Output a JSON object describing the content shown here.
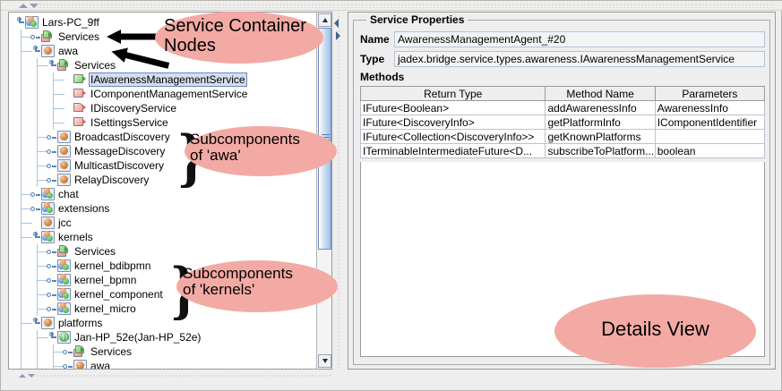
{
  "tree": {
    "rows": [
      {
        "label": "Lars-PC_9ff",
        "indent": 0,
        "icon": "three-balls-icon",
        "handle": "expanded"
      },
      {
        "label": "Services",
        "indent": 1,
        "icon": "service-container-icon",
        "handle": "collapsed"
      },
      {
        "label": "awa",
        "indent": 1,
        "icon": "ball-icon",
        "handle": "expanded"
      },
      {
        "label": "Services",
        "indent": 2,
        "icon": "service-container-icon",
        "handle": "expanded"
      },
      {
        "label": "IAwarenessManagementService",
        "indent": 3,
        "icon": "service-green-icon",
        "handle": "leaf",
        "selected": true
      },
      {
        "label": "IComponentManagementService",
        "indent": 3,
        "icon": "service-red-icon",
        "handle": "leaf"
      },
      {
        "label": "IDiscoveryService",
        "indent": 3,
        "icon": "service-red-fold-icon",
        "handle": "leaf"
      },
      {
        "label": "ISettingsService",
        "indent": 3,
        "icon": "service-red-icon",
        "handle": "leaf"
      },
      {
        "label": "BroadcastDiscovery",
        "indent": 2,
        "icon": "ball-icon",
        "handle": "collapsed"
      },
      {
        "label": "MessageDiscovery",
        "indent": 2,
        "icon": "ball-icon",
        "handle": "collapsed"
      },
      {
        "label": "MulticastDiscovery",
        "indent": 2,
        "icon": "ball-icon",
        "handle": "collapsed"
      },
      {
        "label": "RelayDiscovery",
        "indent": 2,
        "icon": "ball-icon",
        "handle": "collapsed"
      },
      {
        "label": "chat",
        "indent": 1,
        "icon": "three-balls-icon",
        "handle": "collapsed"
      },
      {
        "label": "extensions",
        "indent": 1,
        "icon": "three-balls-icon",
        "handle": "collapsed"
      },
      {
        "label": "jcc",
        "indent": 1,
        "icon": "ball-icon",
        "handle": "leaf"
      },
      {
        "label": "kernels",
        "indent": 1,
        "icon": "three-balls-icon",
        "handle": "expanded"
      },
      {
        "label": "Services",
        "indent": 2,
        "icon": "service-container-icon",
        "handle": "collapsed"
      },
      {
        "label": "kernel_bdibpmn",
        "indent": 2,
        "icon": "three-balls-icon",
        "handle": "collapsed"
      },
      {
        "label": "kernel_bpmn",
        "indent": 2,
        "icon": "three-balls-icon",
        "handle": "collapsed"
      },
      {
        "label": "kernel_component",
        "indent": 2,
        "icon": "three-balls-icon",
        "handle": "collapsed"
      },
      {
        "label": "kernel_micro",
        "indent": 2,
        "icon": "three-balls-icon",
        "handle": "collapsed"
      },
      {
        "label": "platforms",
        "indent": 1,
        "icon": "ball-icon",
        "handle": "expanded"
      },
      {
        "label": "Jan-HP_52e(Jan-HP_52e)",
        "indent": 2,
        "icon": "globe-icon",
        "handle": "expanded"
      },
      {
        "label": "Services",
        "indent": 3,
        "icon": "service-container-icon",
        "handle": "collapsed"
      },
      {
        "label": "awa",
        "indent": 3,
        "icon": "ball-icon",
        "handle": "collapsed"
      }
    ]
  },
  "details": {
    "group_title": "Service Properties",
    "name_label": "Name",
    "name_value": "AwarenessManagementAgent_#20",
    "type_label": "Type",
    "type_value": "jadex.bridge.service.types.awareness.IAwarenessManagementService",
    "methods_label": "Methods",
    "methods_table": {
      "columns": [
        "Return Type",
        "Method Name",
        "Parameters"
      ],
      "rows": [
        [
          "IFuture<Boolean>",
          "addAwarenessInfo",
          "AwarenessInfo"
        ],
        [
          "IFuture<DiscoveryInfo>",
          "getPlatformInfo",
          "IComponentIdentifier"
        ],
        [
          "IFuture<Collection<DiscoveryInfo>>",
          "getKnownPlatforms",
          ""
        ],
        [
          "ITerminableIntermediateFuture<D...",
          "subscribeToPlatform...",
          "boolean"
        ]
      ]
    }
  },
  "annotations": {
    "ellipse_color": "#f3aaa4",
    "service_container": "Service Container\nNodes",
    "service_container_line1": "Service Container",
    "service_container_line2": "Nodes",
    "sub_awa_line1": "Subcomponents",
    "sub_awa_line2": "of 'awa'",
    "sub_kernels_line1": "Subcomponents",
    "sub_kernels_line2": "of 'kernels'",
    "details_view": "Details View",
    "brace": "}"
  }
}
